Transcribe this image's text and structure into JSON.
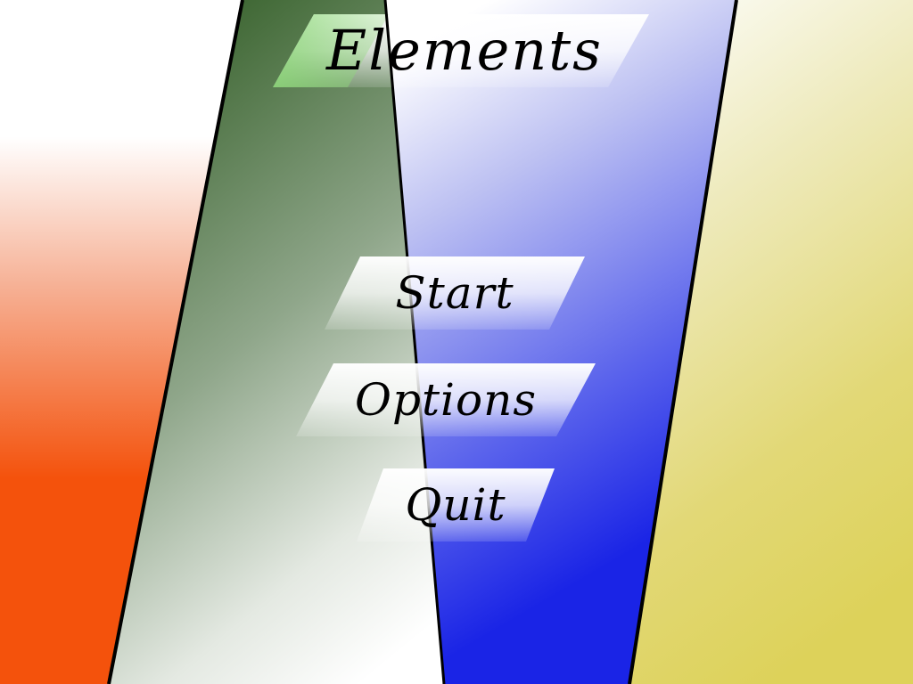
{
  "game": {
    "title": "Elements"
  },
  "menu": {
    "start_label": "Start",
    "options_label": "Options",
    "quit_label": "Quit"
  },
  "colors": {
    "fire_top": "#ffffff",
    "fire_bottom": "#f4520c",
    "earth_top": "#3d6632",
    "earth_bottom": "#ffffff",
    "water_top": "#ffffff",
    "water_bottom": "#1a24e6",
    "air_top": "#ffffff",
    "air_bottom": "#ddd25a",
    "title_accent": "#8ed97a",
    "outline": "#000000"
  }
}
